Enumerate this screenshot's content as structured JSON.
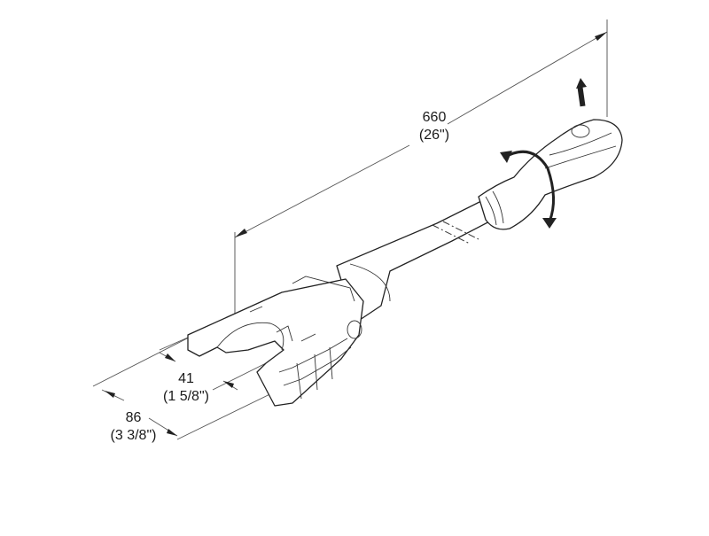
{
  "diagram": {
    "subject": "ratchet/push-pull handle tool with fork head",
    "dimensions": {
      "overall_length": {
        "value": "660",
        "imperial": "(26\")"
      },
      "fork_opening": {
        "value": "41",
        "imperial": "(1 5/8\")"
      },
      "head_width": {
        "value": "86",
        "imperial": "(3 3/8\")"
      }
    },
    "annotations": {
      "rotation_arrow": "rotate-handle-arrow",
      "pull_arrow": "pull-up-arrow",
      "break_marks": "shaft-break-lines"
    },
    "colors": {
      "line": "#222222",
      "dimension_line": "#555555",
      "background": "#ffffff"
    }
  }
}
